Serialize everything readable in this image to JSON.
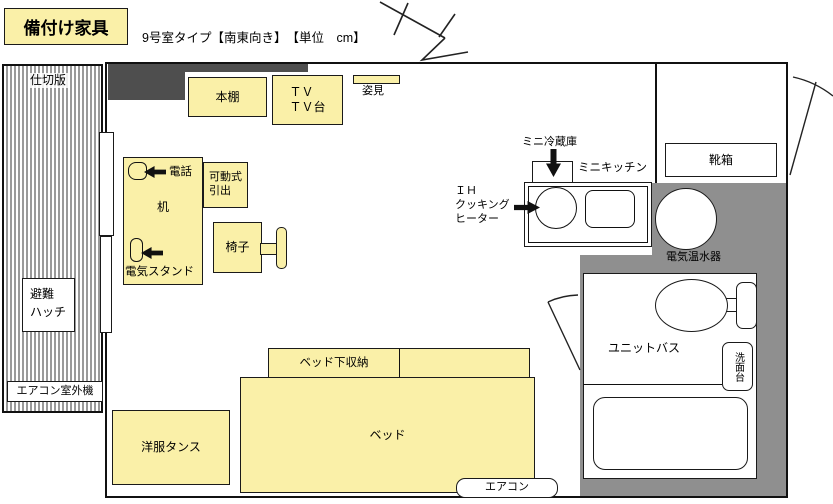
{
  "header": {
    "legend": "備付け家具",
    "title": "9号室タイプ【南東向き】　【単位　cm】"
  },
  "balcony": {
    "partition": "仕切版",
    "escape_hatch": "避難\nハッチ",
    "ac_outdoor": "エアコン室外機"
  },
  "room": {
    "bookshelf": "本棚",
    "tv_stand": "ＴＶ\nＴＶ台",
    "mirror": "姿見",
    "desk": "机",
    "phone": "電話",
    "desk_lamp": "電気スタンド",
    "movable_drawer": "可動式\n引出",
    "chair": "椅子",
    "wardrobe": "洋服タンス",
    "bed": "ベッド",
    "under_bed_storage": "ベッド下収納",
    "air_conditioner": "エアコン"
  },
  "kitchen": {
    "mini_fridge": "ミニ冷蔵庫",
    "mini_kitchen": "ミニキッチン",
    "ih_heater": "ＩＨ\nクッキング\nヒーター",
    "shoe_box": "靴箱",
    "water_heater": "電気温水器"
  },
  "bathroom": {
    "unit_bath": "ユニットバス",
    "washstand": "洗面台"
  },
  "colors": {
    "furniture": "#FAF0A8",
    "wall_gray": "#8F8F8F",
    "wall_dark": "#4E4E4E"
  }
}
